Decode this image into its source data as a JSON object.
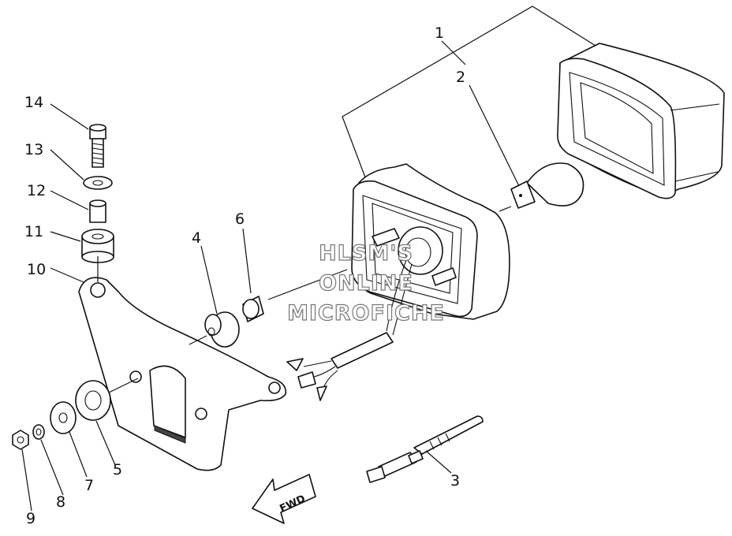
{
  "callouts": [
    {
      "id": "1",
      "label": "1"
    },
    {
      "id": "2",
      "label": "2"
    },
    {
      "id": "3",
      "label": "3"
    },
    {
      "id": "4",
      "label": "4"
    },
    {
      "id": "5",
      "label": "5"
    },
    {
      "id": "6",
      "label": "6"
    },
    {
      "id": "7",
      "label": "7"
    },
    {
      "id": "8",
      "label": "8"
    },
    {
      "id": "9",
      "label": "9"
    },
    {
      "id": "10",
      "label": "10"
    },
    {
      "id": "11",
      "label": "11"
    },
    {
      "id": "12",
      "label": "12"
    },
    {
      "id": "13",
      "label": "13"
    },
    {
      "id": "14",
      "label": "14"
    }
  ],
  "watermark": {
    "line1": "HLSM'S",
    "line2": "ONLINE",
    "line3": "MICROFICHE"
  },
  "direction_arrow": {
    "label": "FWD"
  }
}
